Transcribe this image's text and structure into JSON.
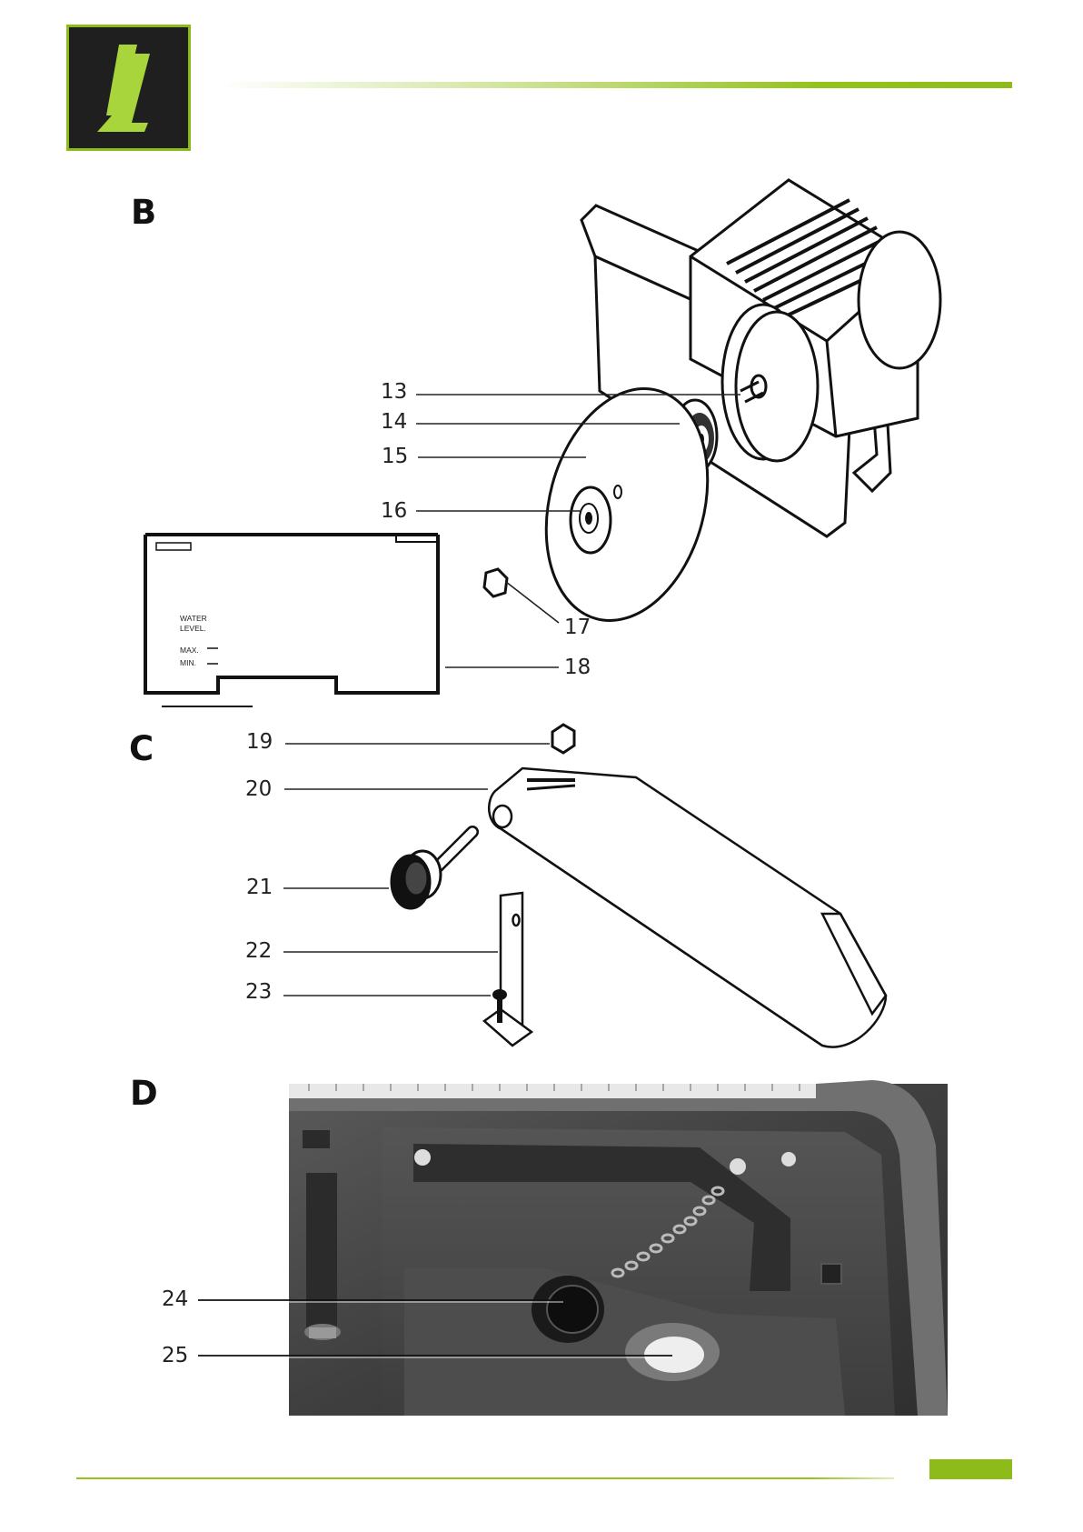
{
  "header": {
    "logo": {
      "icon": "z-logo-icon",
      "letter_color": "#a8d43c",
      "background": "#1f1f1f",
      "border": "#8dbb1a"
    },
    "accent": "#94c31e"
  },
  "sections": {
    "b": {
      "letter": "B"
    },
    "c": {
      "letter": "C"
    },
    "d": {
      "letter": "D"
    }
  },
  "figure_b": {
    "callouts": [
      "13",
      "14",
      "15",
      "16",
      "17",
      "18"
    ],
    "tank": {
      "water_level": "WATER\nLEVEL.",
      "max": "MAX.",
      "min": "MIN."
    }
  },
  "figure_c": {
    "callouts": [
      "19",
      "20",
      "21",
      "22",
      "23"
    ]
  },
  "figure_d": {
    "callouts": [
      "24",
      "25"
    ],
    "photo": "water-tank-photo"
  }
}
